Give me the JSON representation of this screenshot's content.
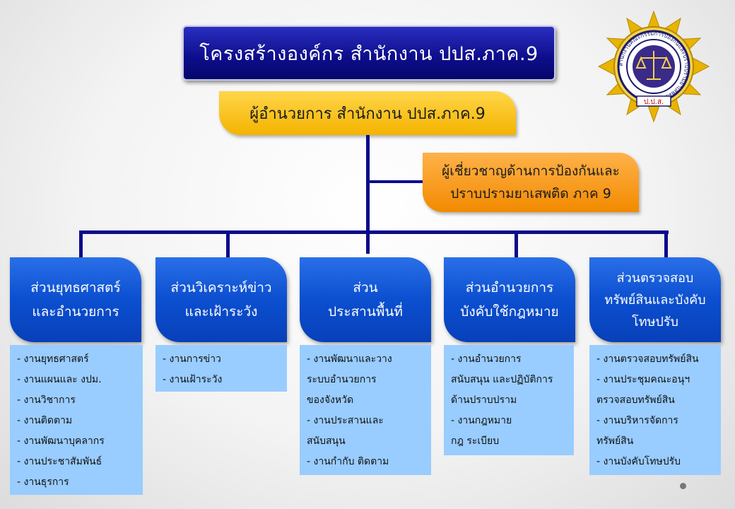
{
  "title": "โครงสร้างองค์กร สำนักงาน ปปส.ภาค.9",
  "director": "ผู้อำนวยการ  สำนักงาน ปปส.ภาค.9",
  "expert": {
    "line1": "ผู้เชี่ยวชาญด้านการป้องกันและ",
    "line2": "ปราบปรามยาเสพติด ภาค 9"
  },
  "departments": [
    {
      "lines": [
        "ส่วนยุทธศาสตร์",
        "และอำนวยการ"
      ],
      "tasks": [
        "- งานยุทธศาสตร์",
        "- งานแผนและ งปม.",
        "- งานวิชาการ",
        "- งานติดตาม",
        "- งานพัฒนาบุคลากร",
        "- งานประชาสัมพันธ์",
        "- งานธุรการ"
      ]
    },
    {
      "lines": [
        "ส่วนวิเคราะห์ข่าว",
        "และเฝ้าระวัง"
      ],
      "tasks": [
        "- งานการข่าว",
        "- งานเฝ้าระวัง"
      ]
    },
    {
      "lines": [
        "ส่วน",
        "ประสานพื้นที่"
      ],
      "tasks": [
        "- งานพัฒนาและวาง",
        "ระบบอำนวยการ",
        "ของจังหวัด",
        "- งานประสานและ",
        "สนับสนุน",
        "- งานกำกับ ติดตาม"
      ]
    },
    {
      "lines": [
        "ส่วนอำนวยการ",
        "บังคับใช้กฎหมาย"
      ],
      "tasks": [
        "- งานอำนวยการ",
        "สนับสนุน และปฏิบัติการ",
        "ด้านปราบปราม",
        "- งานกฎหมาย",
        "กฎ ระเบียบ"
      ]
    },
    {
      "lines": [
        "ส่วนตรวจสอบ",
        "ทรัพย์สินและบังคับ",
        "โทษปรับ"
      ],
      "tasks": [
        "- งานตรวจสอบทรัพย์สิน",
        "- งานประชุมคณะอนุฯ",
        "ตรวจสอบทรัพย์สิน",
        "- งานบริหารจัดการ",
        "ทรัพย์สิน",
        "- งานบังคับโทษปรับ"
      ]
    }
  ],
  "seal": {
    "ring_text": "สำนักงานคณะกรรมการป้องกันและปราบปรามยาเสพติด",
    "bottom_text": "ป.ป.ส.",
    "colors": {
      "gold": "#e8b400",
      "navy": "#1a1a6e",
      "purple": "#3a2a8a"
    }
  },
  "colors": {
    "title_bg": "#0d0d8a",
    "director_bg": "#f4b300",
    "expert_bg": "#f28a00",
    "dept_bg": "#0b4fd0",
    "task_bg": "#99ccff",
    "connector": "#0a0a8c"
  }
}
